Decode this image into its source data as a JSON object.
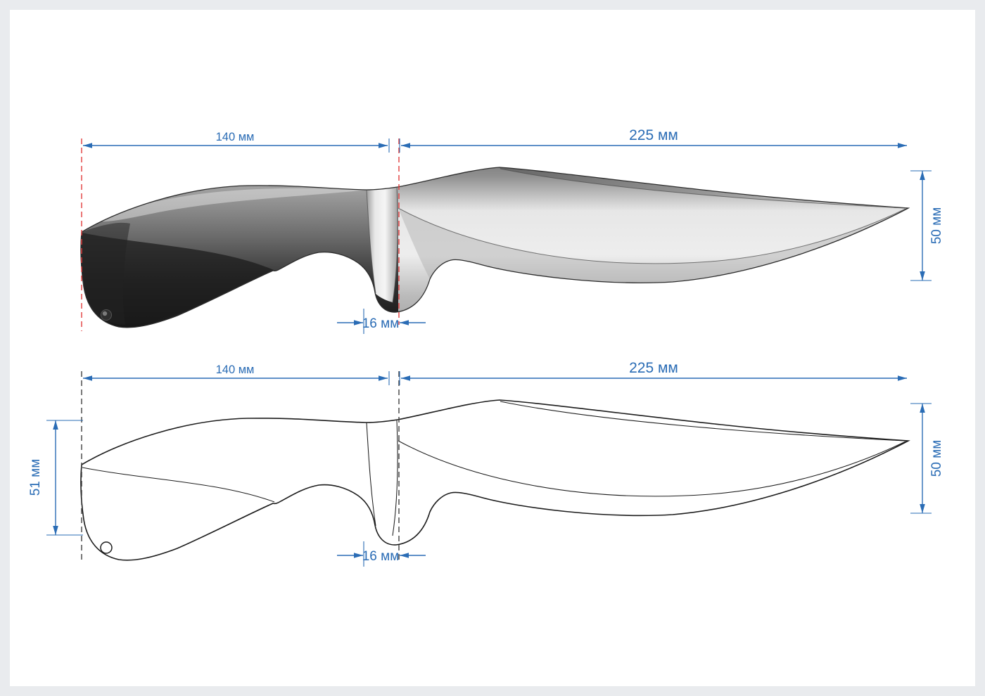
{
  "drawing": {
    "title": "knife-technical-drawing",
    "colors": {
      "dimension": "#2a6cb5",
      "centerline_red": "#e13b3b",
      "centerline_dark": "#3f3f3f",
      "outline": "#1c1c1c",
      "sheet": "#ffffff",
      "margin": "#e9ebee"
    },
    "views": {
      "top": {
        "name": "shaded view",
        "dims": {
          "handle_length": "140 мм",
          "blade_length": "225 мм",
          "guard_width": "16 мм",
          "blade_height": "50 мм"
        }
      },
      "bottom": {
        "name": "outline view",
        "dims": {
          "handle_length": "140 мм",
          "blade_length": "225 мм",
          "guard_width": "16 мм",
          "blade_height": "50 мм",
          "handle_height": "51 мм"
        }
      }
    }
  }
}
